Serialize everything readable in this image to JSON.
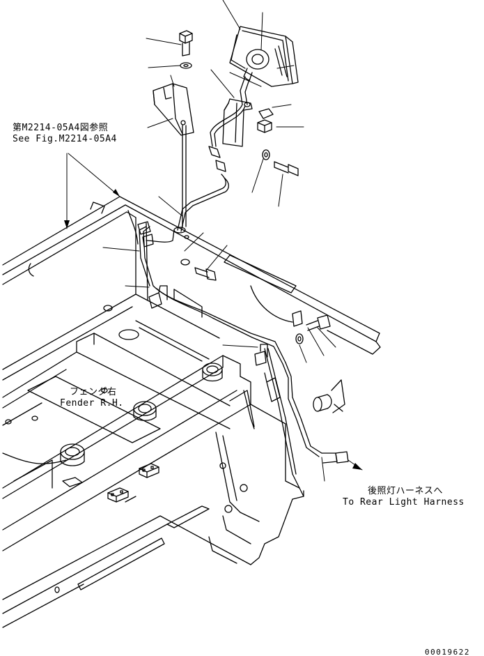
{
  "labels": {
    "reference_jp": "第M2214-05A4図参照",
    "reference_en": "See Fig.M2214-05A4",
    "fender_jp": "フェンダ右",
    "fender_en": "Fender R.H.",
    "harness_jp": "後照灯ハーネスへ",
    "harness_en": "To Rear Light Harness",
    "drawing_code": "00019622"
  },
  "colors": {
    "line": "#000000",
    "background": "#ffffff"
  }
}
